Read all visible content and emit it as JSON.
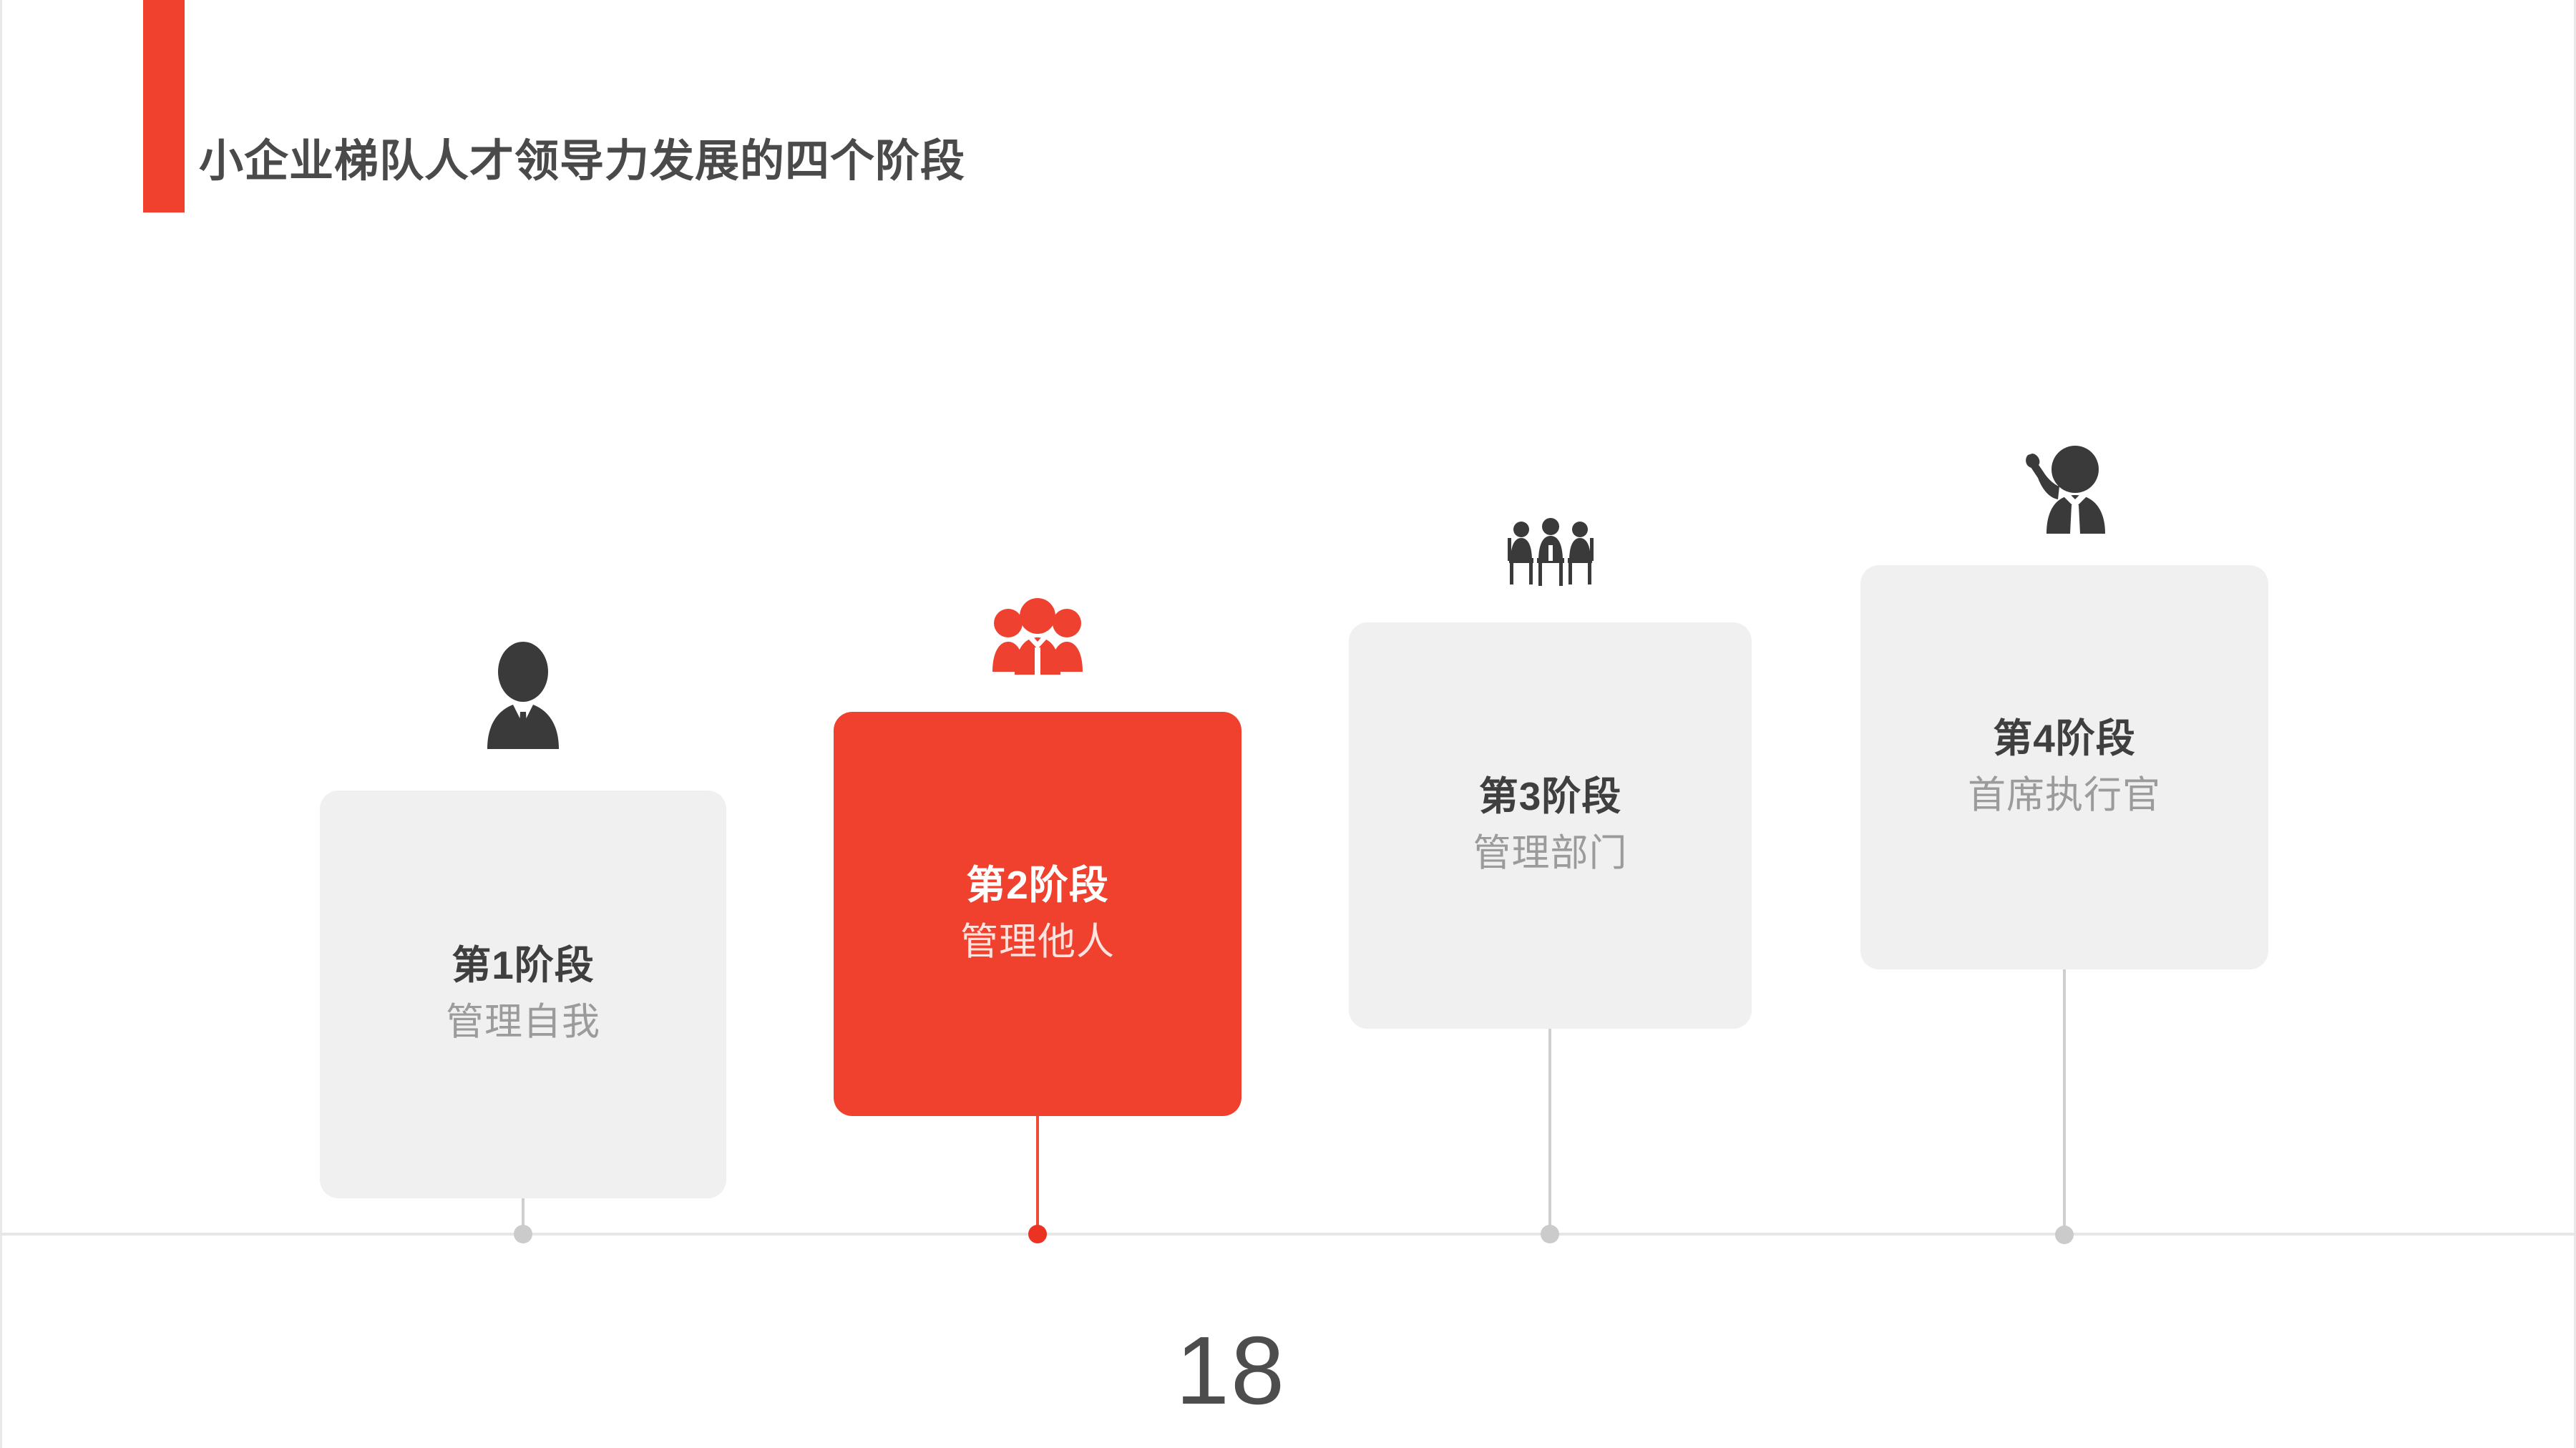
{
  "slide": {
    "title": "小企业梯队人才领导力发展的四个阶段",
    "page_number": "18",
    "accent_color": "#f0412f",
    "muted_card_color": "#f0f0f0",
    "baseline_color": "#e6e6e6"
  },
  "stages": [
    {
      "title": "第1阶段",
      "subtitle": "管理自我",
      "icon": "businessman-icon",
      "active": false,
      "icon_color": "#3a3a3a"
    },
    {
      "title": "第2阶段",
      "subtitle": "管理他人",
      "icon": "people-group-icon",
      "active": true,
      "icon_color": "#ef4130"
    },
    {
      "title": "第3阶段",
      "subtitle": "管理部门",
      "icon": "seated-team-icon",
      "active": false,
      "icon_color": "#3a3a3a"
    },
    {
      "title": "第4阶段",
      "subtitle": "首席执行官",
      "icon": "executive-speaker-icon",
      "active": false,
      "icon_color": "#3a3a3a"
    }
  ]
}
